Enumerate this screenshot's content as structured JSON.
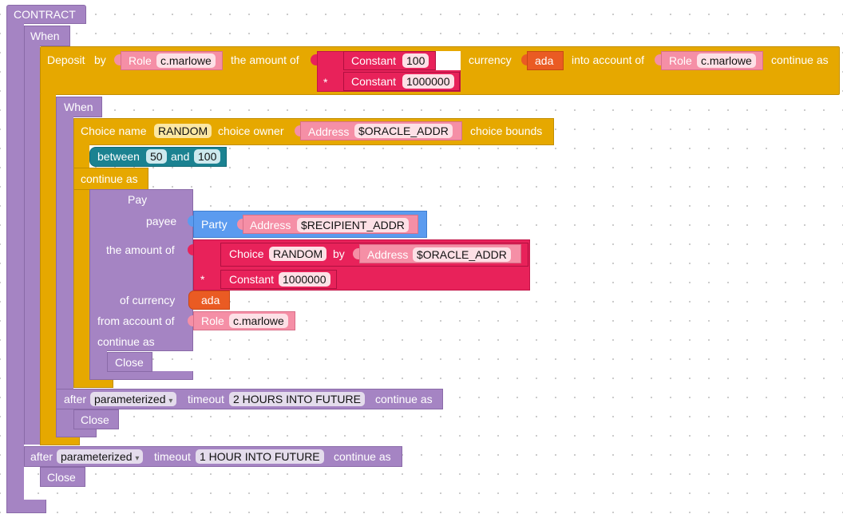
{
  "contract": {
    "label": "CONTRACT",
    "when_label": "When",
    "deposit": {
      "deposit_label": "Deposit",
      "by_label": "by",
      "by_role_kw": "Role",
      "by_role_value": "c.marlowe",
      "amount_label": "the amount of",
      "constant_kw": "Constant",
      "constant_value": "100",
      "mult_op": "*",
      "constant2_kw": "Constant",
      "constant2_value": "1000000",
      "currency_label": "currency",
      "currency_value": "ada",
      "into_account_label": "into account of",
      "account_role_kw": "Role",
      "account_role_value": "c.marlowe",
      "continue_label": "continue as"
    },
    "inner_when_label": "When",
    "choice": {
      "choice_name_label": "Choice name",
      "choice_name_value": "RANDOM",
      "owner_label": "choice owner",
      "owner_kw": "Address",
      "owner_value": "$ORACLE_ADDR",
      "bounds_label": "choice bounds",
      "between_label": "between",
      "between_low": "50",
      "and_label": "and",
      "between_high": "100",
      "continue_label": "continue as"
    },
    "pay": {
      "pay_label": "Pay",
      "payee_label": "payee",
      "party_kw": "Party",
      "address_kw": "Address",
      "recipient_value": "$RECIPIENT_ADDR",
      "amount_label": "the amount of",
      "choice_kw": "Choice",
      "choice_value": "RANDOM",
      "by_label": "by",
      "by_address_kw": "Address",
      "by_address_value": "$ORACLE_ADDR",
      "mult_op": "*",
      "constant_kw": "Constant",
      "constant_value": "1000000",
      "currency_label": "of currency",
      "currency_value": "ada",
      "from_account_label": "from account of",
      "from_role_kw": "Role",
      "from_role_value": "c.marlowe",
      "continue_label": "continue as",
      "close_label": "Close"
    },
    "inner_timeout": {
      "after_label": "after",
      "select_value": "parameterized",
      "timeout_label": "timeout",
      "timeout_value": "2 HOURS INTO FUTURE",
      "continue_label": "continue as",
      "close_label": "Close"
    },
    "outer_timeout": {
      "after_label": "after",
      "select_value": "parameterized",
      "timeout_label": "timeout",
      "timeout_value": "1 HOUR INTO FUTURE",
      "continue_label": "continue as",
      "close_label": "Close"
    }
  },
  "icons": {
    "dropdown": "▾"
  }
}
